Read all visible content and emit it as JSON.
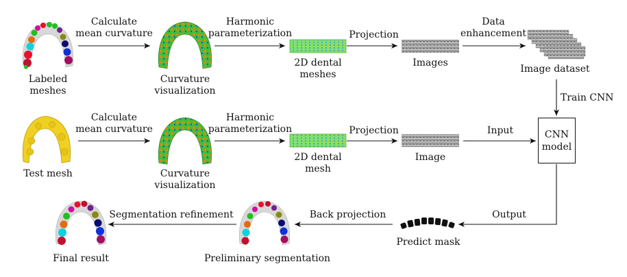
{
  "row1": {
    "input_label": [
      "Labeled",
      "meshes"
    ],
    "step1": [
      "Calculate",
      "mean curvature"
    ],
    "curv_label": [
      "Curvature",
      "visualization"
    ],
    "step2": [
      "Harmonic",
      "parameterization"
    ],
    "dental2d_label": [
      "2D dental",
      "meshes"
    ],
    "step3": "Projection",
    "images_label": "Images",
    "step4": [
      "Data",
      "enhancement"
    ],
    "dataset_label": "Image dataset"
  },
  "train_cnn": "Train CNN",
  "row2": {
    "input_label": "Test mesh",
    "step1": [
      "Calculate",
      "mean curvature"
    ],
    "curv_label": [
      "Curvature",
      "visualization"
    ],
    "step2": [
      "Harmonic",
      "parameterization"
    ],
    "dental2d_label": [
      "2D dental",
      "mesh"
    ],
    "step3": "Projection",
    "image_label": "Image",
    "step4": "Input",
    "cnn_label": [
      "CNN",
      "model"
    ]
  },
  "row3": {
    "output_label": "Output",
    "mask_label": "Predict mask",
    "step1": "Back projection",
    "prelim_label": "Preliminary segmentation",
    "step2": "Segmentation refinement",
    "final_label": "Final result"
  },
  "colors": {
    "tooth_palette": [
      "#e8102a",
      "#0bd4e0",
      "#e86a10",
      "#1030d8",
      "#d010a0",
      "#20c020",
      "#0a0a70",
      "#8a8a10",
      "#a01060",
      "#702090",
      "#c01030"
    ],
    "curvature_green": "#3fc03a",
    "curvature_orange": "#d88a18",
    "test_yellow": "#f0d020",
    "gray_mesh": "#d8d8d8"
  }
}
